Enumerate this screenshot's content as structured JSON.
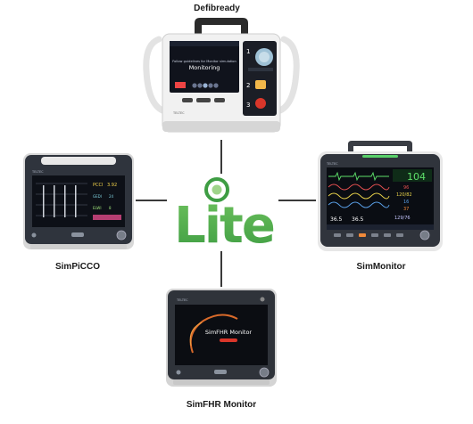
{
  "hub": {
    "logo_text": "Lite",
    "accent": "#4caf4f",
    "accent_light": "#9fd48a"
  },
  "devices": {
    "top": {
      "name": "Defibready",
      "screen_title": "Monitoring",
      "screen_sub": "Follow guidelines for Monitor simulation",
      "brand": "TELTEC",
      "side_buttons": [
        "1",
        "2",
        "3"
      ]
    },
    "left": {
      "name": "SimPiCCO",
      "brand": "TELTEC",
      "readouts": [
        "PCCI",
        "GEDI",
        "ELWI"
      ],
      "values": [
        "3.92",
        "24",
        "8"
      ]
    },
    "right": {
      "name": "SimMonitor",
      "brand": "TELTEC",
      "hr_value": "104",
      "vitals": [
        "96",
        "120/82",
        "16",
        "37",
        "129/76"
      ],
      "bottom_values": [
        "36.5",
        "36.5"
      ]
    },
    "bottom": {
      "name": "SimFHR Monitor",
      "brand": "TELTEC",
      "screen_title": "SimFHR Monitor"
    }
  }
}
